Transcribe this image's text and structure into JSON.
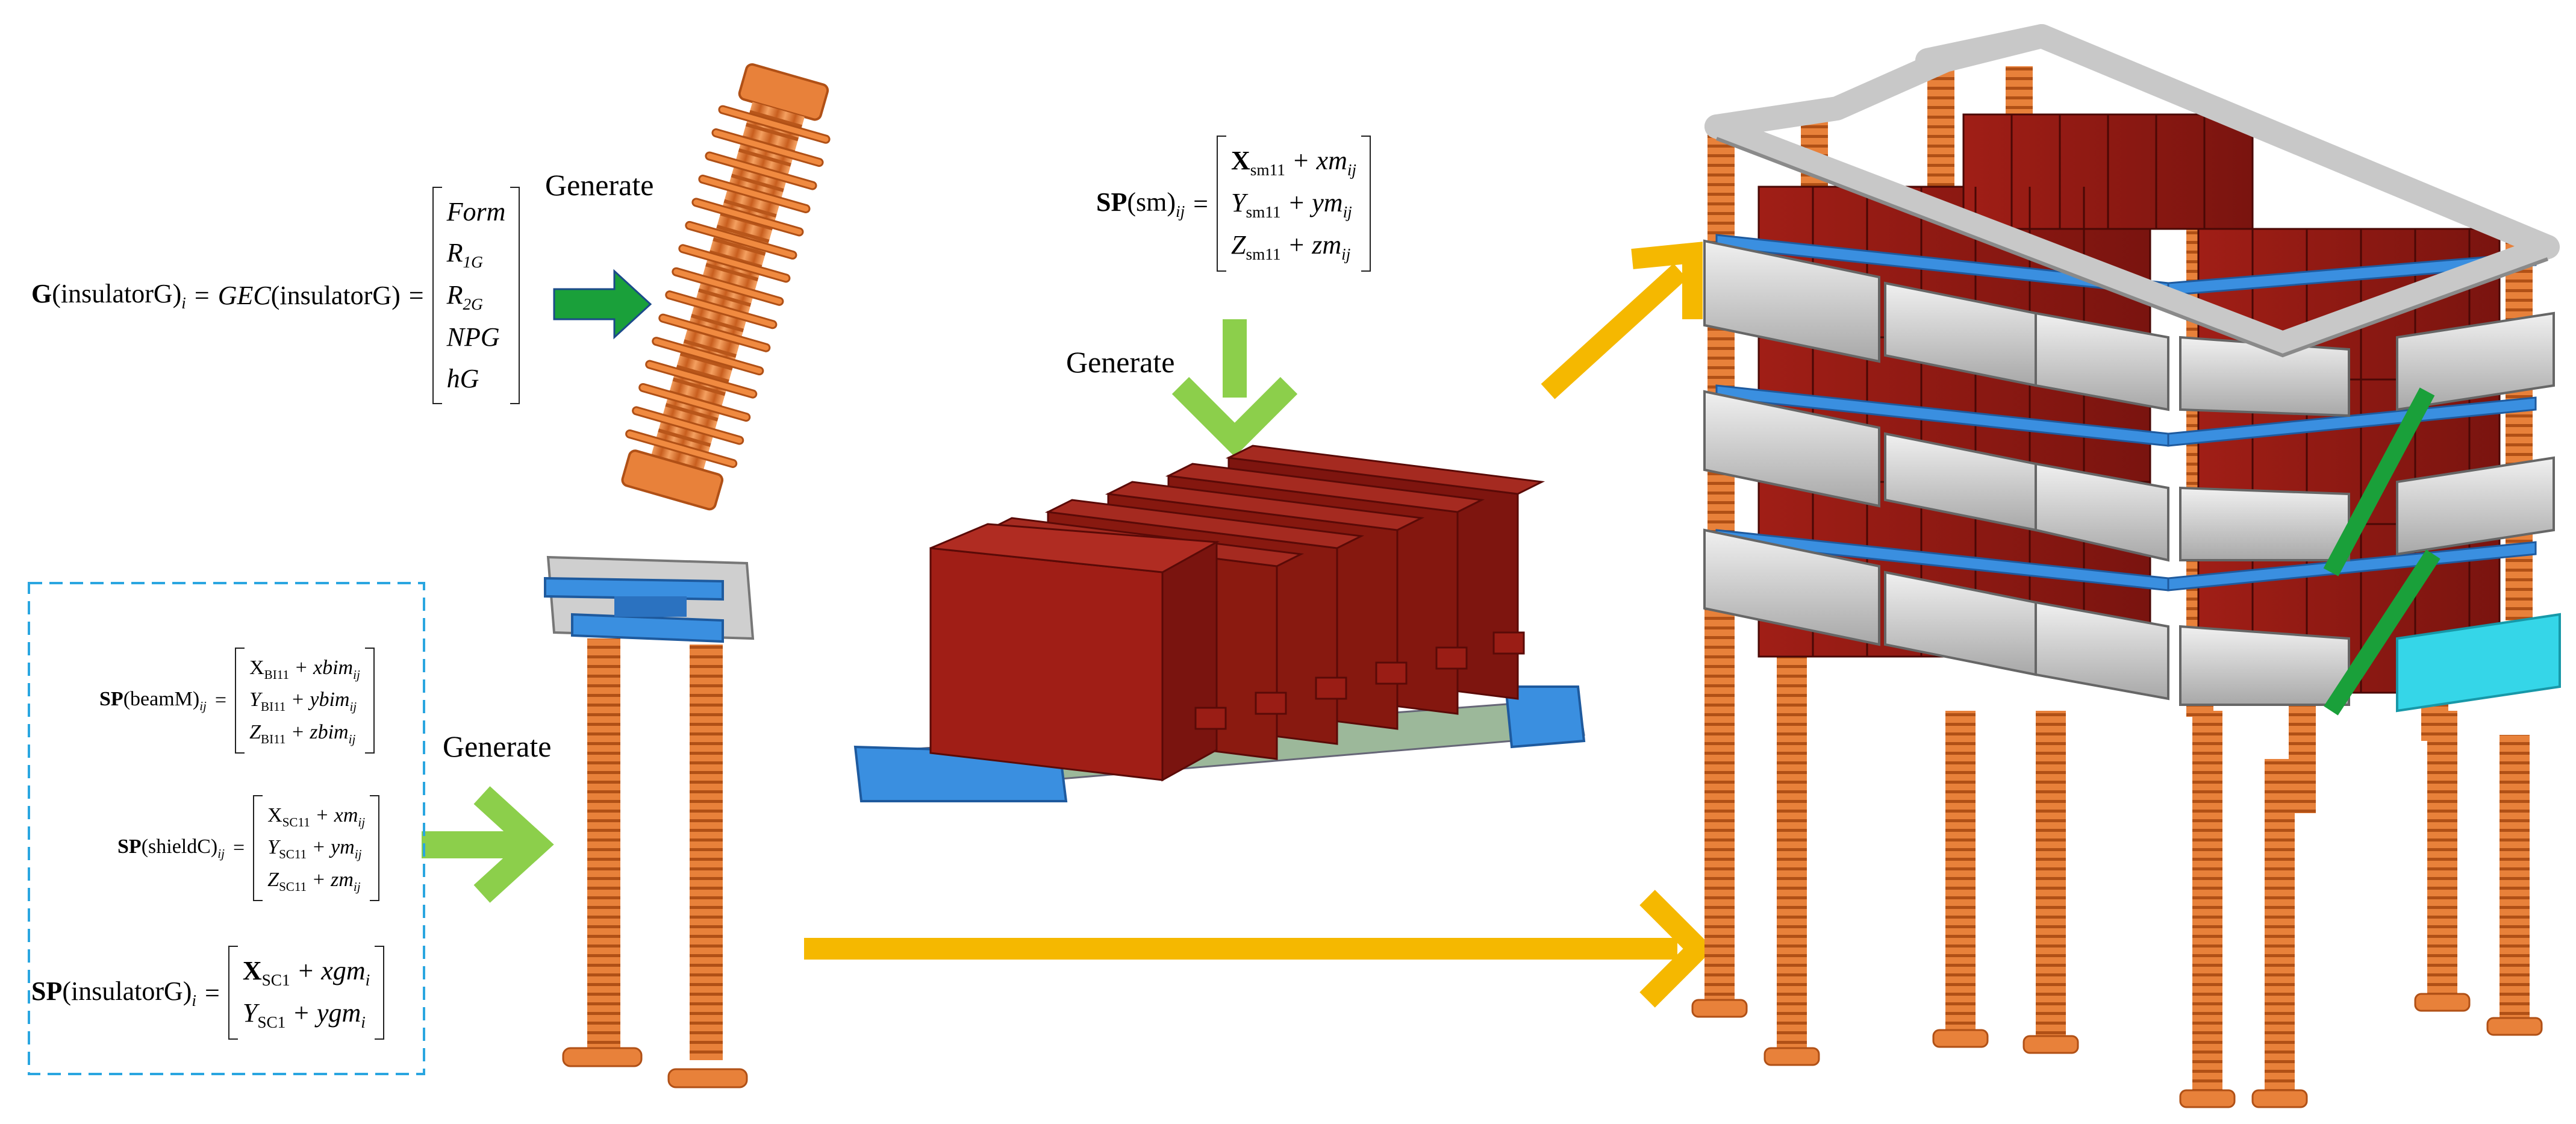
{
  "generate_labels": [
    "Generate",
    "Generate",
    "Generate"
  ],
  "eq_insulator": {
    "lhs_bold": "G",
    "lhs": "(insulatorG)",
    "lhs_sub": "i",
    "eq1": "=",
    "fn": "GEC",
    "arg": "(insulatorG)",
    "eq2": "=",
    "rows": [
      "Form",
      "R",
      "R",
      "NPG",
      "hG"
    ],
    "row_subs": [
      "",
      "1G",
      "2G",
      "",
      ""
    ]
  },
  "eq_sm": {
    "lhs_bold": "SP",
    "lhs": "(sm)",
    "lhs_sub": "ij",
    "eq": "=",
    "rows": [
      {
        "a": "X",
        "a_sub": "sm11",
        "b": "+ xm",
        "b_sub": "ij"
      },
      {
        "a": "Y",
        "a_sub": "sm11",
        "b": "+ ym",
        "b_sub": "ij"
      },
      {
        "a": "Z",
        "a_sub": "sm11",
        "b": "+ zm",
        "b_sub": "ij"
      }
    ]
  },
  "eq_beam": {
    "lhs_bold": "SP",
    "lhs": "(beamM)",
    "lhs_sub": "ij",
    "eq": "=",
    "rows": [
      {
        "a": "X",
        "a_sub": "BI11",
        "b": "+ xbim",
        "b_sub": "ij"
      },
      {
        "a": "Y",
        "a_sub": "BI11",
        "b": "+ ybim",
        "b_sub": "ij"
      },
      {
        "a": "Z",
        "a_sub": "BI11",
        "b": "+ zbim",
        "b_sub": "ij"
      }
    ]
  },
  "eq_shield": {
    "lhs_bold": "SP",
    "lhs": "(shieldC)",
    "lhs_sub": "ij",
    "eq": "=",
    "rows": [
      {
        "a": "X",
        "a_sub": "SC11",
        "b": "+ xm",
        "b_sub": "ij"
      },
      {
        "a": "Y",
        "a_sub": "SC11",
        "b": "+ ym",
        "b_sub": "ij"
      },
      {
        "a": "Z",
        "a_sub": "SC11",
        "b": "+ zm",
        "b_sub": "ij"
      }
    ]
  },
  "eq_insulator2": {
    "lhs_bold": "SP",
    "lhs": "(insulatorG)",
    "lhs_sub": "i",
    "eq": "=",
    "rows": [
      {
        "a": "X",
        "a_sub": "SC1",
        "b": "+ xgm",
        "b_sub": "i"
      },
      {
        "a": "Y",
        "a_sub": "SC1",
        "b": "+ ygm",
        "b_sub": "i"
      }
    ]
  },
  "colors": {
    "orange": "#e8813a",
    "dark_red": "#8b1a14",
    "blue": "#3a8fe0",
    "gray": "#cfcfcf",
    "green_arrow": "#8ccf4b",
    "deep_green": "#1aa03a",
    "yellow_arrow": "#f5b800",
    "cyan": "#35d6e8",
    "dashed_box": "#2aa6e0"
  }
}
